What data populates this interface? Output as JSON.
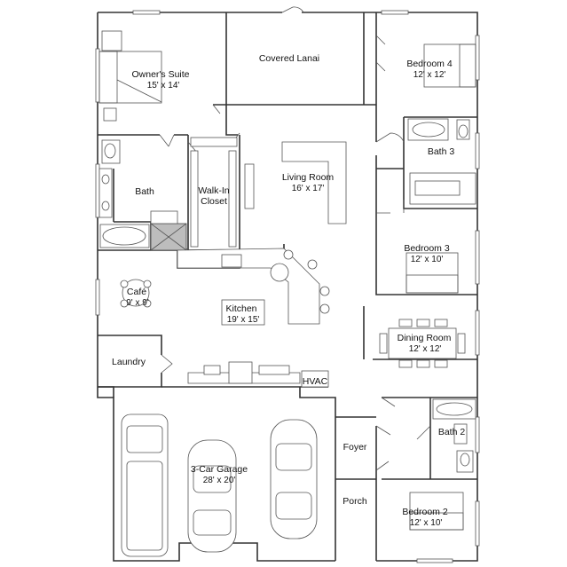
{
  "rooms": {
    "owners_suite": {
      "name": "Owner's Suite",
      "size": "15' x 14'"
    },
    "covered_lanai": {
      "name": "Covered Lanai"
    },
    "bedroom_4": {
      "name": "Bedroom 4",
      "size": "12' x 12'"
    },
    "bath_3": {
      "name": "Bath 3"
    },
    "living_room": {
      "name": "Living Room",
      "size": "16' x 17'"
    },
    "bath": {
      "name": "Bath"
    },
    "walk_in_closet": {
      "name": "Walk-In Closet",
      "line1": "Walk-In",
      "line2": "Closet"
    },
    "bedroom_3": {
      "name": "Bedroom 3",
      "size": "12' x 10'"
    },
    "cafe": {
      "name": "Café",
      "size": "9' x 9'"
    },
    "kitchen": {
      "name": "Kitchen",
      "size": "19' x 15'"
    },
    "dining_room": {
      "name": "Dining Room",
      "size": "12' x 12'"
    },
    "laundry": {
      "name": "Laundry"
    },
    "hvac": {
      "name": "HVAC"
    },
    "bath_2": {
      "name": "Bath 2"
    },
    "foyer": {
      "name": "Foyer"
    },
    "garage": {
      "name": "3-Car Garage",
      "size": "28' x 20'"
    },
    "porch": {
      "name": "Porch"
    },
    "bedroom_2": {
      "name": "Bedroom 2",
      "size": "12' x 10'"
    }
  }
}
